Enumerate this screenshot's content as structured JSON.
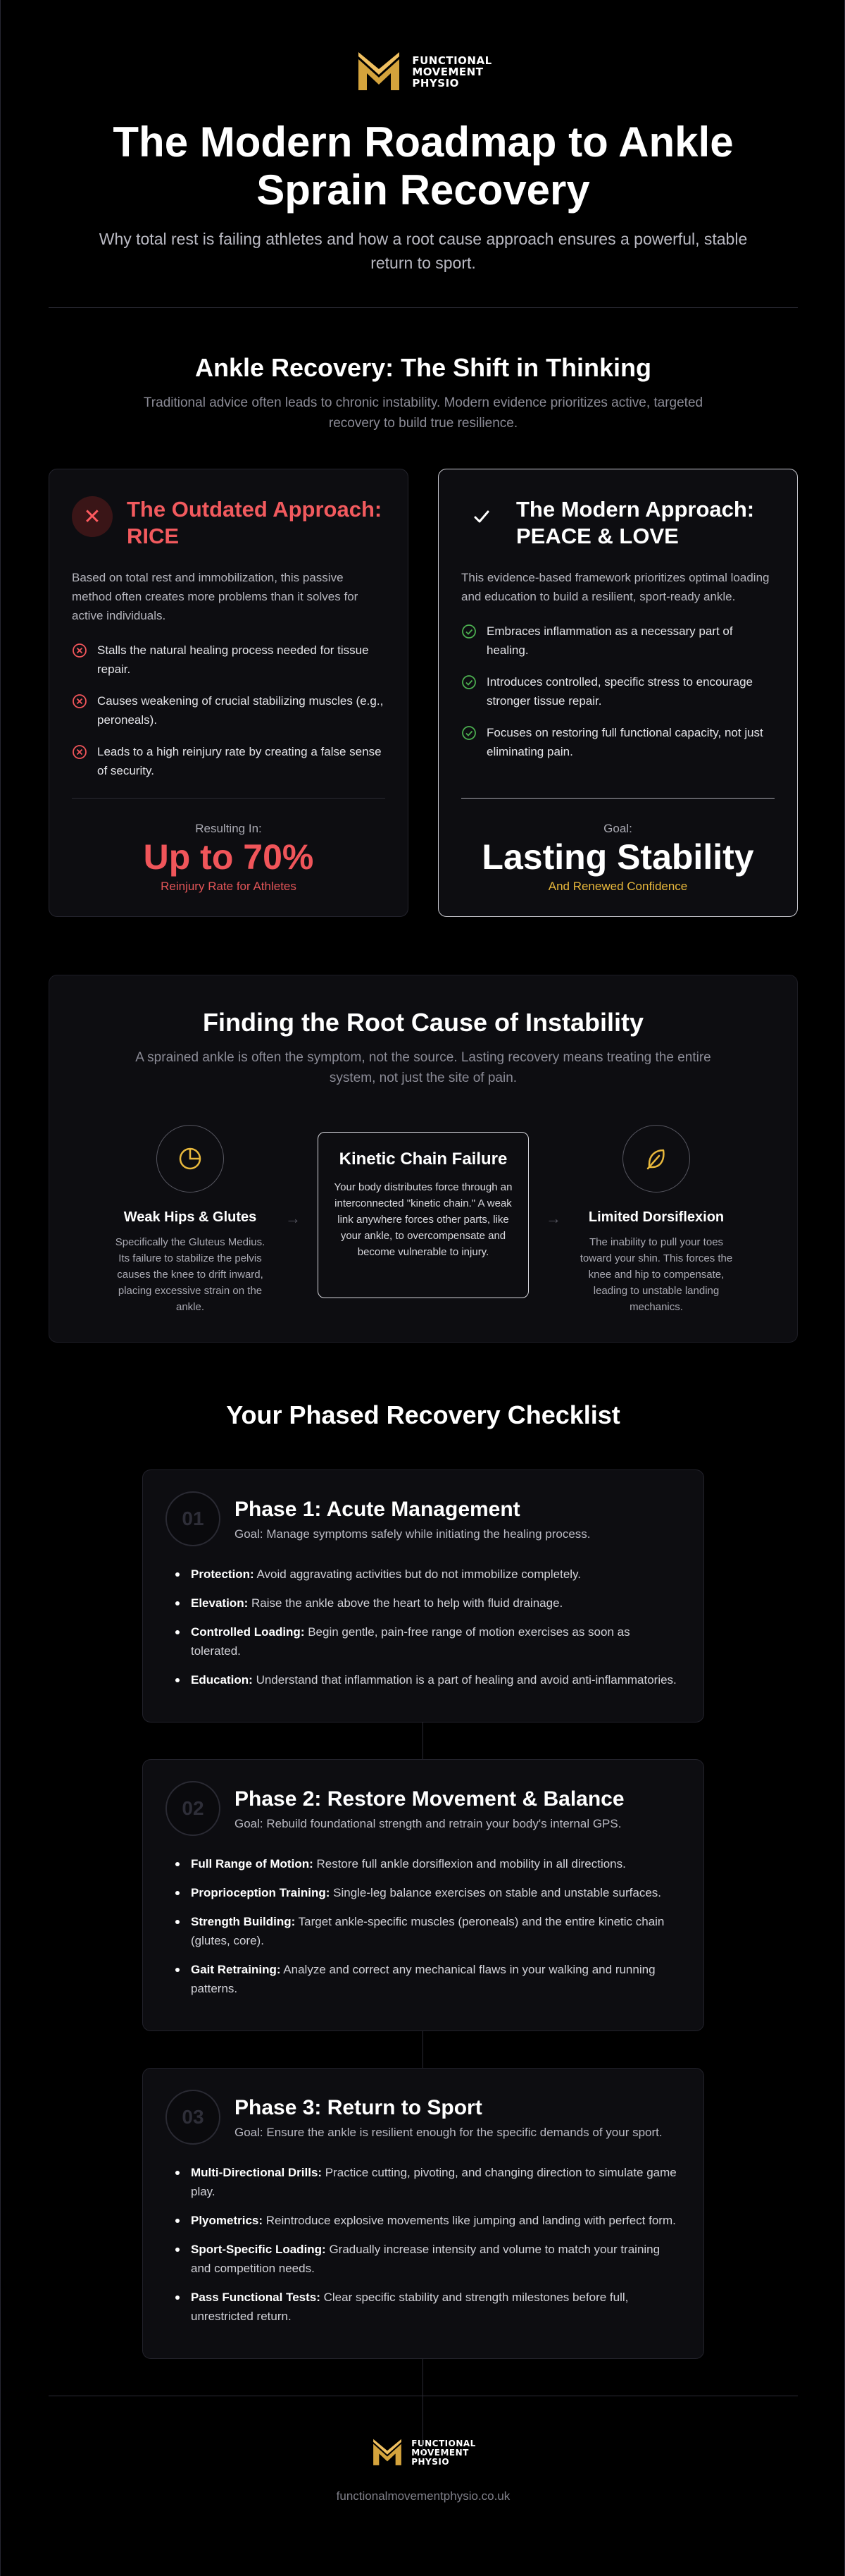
{
  "brand": {
    "line1": "FUNCTIONAL",
    "line2": "MOVEMENT",
    "line3": "PHYSIO",
    "accent": "#d4a33c"
  },
  "hero": {
    "title": "The Modern Roadmap to Ankle Sprain Recovery",
    "subtitle": "Why total rest is failing athletes and how a root cause approach ensures a powerful, stable return to sport."
  },
  "shift": {
    "title": "Ankle Recovery: The Shift in Thinking",
    "subtitle": "Traditional advice often leads to chronic instability. Modern evidence prioritizes active, targeted recovery to build true resilience."
  },
  "old_card": {
    "title_line1": "The Outdated Approach:",
    "title_line2": "RICE",
    "description": "Based on total rest and immobilization, this passive method often creates more problems than it solves for active individuals.",
    "items": [
      "Stalls the natural healing process needed for tissue repair.",
      "Causes weakening of crucial stabilizing muscles (e.g., peroneals).",
      "Leads to a high reinjury rate by creating a false sense of security."
    ],
    "result_label": "Resulting In:",
    "result_value": "Up to 70%",
    "result_note": "Reinjury Rate for Athletes",
    "color": "#f0555a"
  },
  "modern_card": {
    "title_line1": "The Modern Approach:",
    "title_line2": "PEACE & LOVE",
    "description": "This evidence-based framework prioritizes optimal loading and education to build a resilient, sport-ready ankle.",
    "items": [
      "Embraces inflammation as a necessary part of healing.",
      "Introduces controlled, specific stress to encourage stronger tissue repair.",
      "Focuses on restoring full functional capacity, not just eliminating pain."
    ],
    "result_label": "Goal:",
    "result_value": "Lasting Stability",
    "result_note": "And Renewed Confidence",
    "check_color": "#4caf50",
    "note_color": "#e8b83c"
  },
  "root_cause": {
    "title": "Finding the Root Cause of Instability",
    "subtitle": "A sprained ankle is often the symptom, not the source. Lasting recovery means treating the entire system, not just the site of pain.",
    "left": {
      "icon": "pie-chart-icon",
      "title": "Weak Hips & Glutes",
      "description": "Specifically the Gluteus Medius. Its failure to stabilize the pelvis causes the knee to drift inward, placing excessive strain on the ankle."
    },
    "center": {
      "title": "Kinetic Chain Failure",
      "description": "Your body distributes force through an interconnected \"kinetic chain.\" A weak link anywhere forces other parts, like your ankle, to overcompensate and become vulnerable to injury."
    },
    "right": {
      "icon": "feather-icon",
      "title": "Limited Dorsiflexion",
      "description": "The inability to pull your toes toward your shin. This forces the knee and hip to compensate, leading to unstable landing mechanics."
    },
    "arrow": "→"
  },
  "checklist": {
    "title": "Your Phased Recovery Checklist",
    "phases": [
      {
        "number": "01",
        "title": "Phase 1: Acute Management",
        "goal": "Goal: Manage symptoms safely while initiating the healing process.",
        "items": [
          {
            "label": "Protection:",
            "text": " Avoid aggravating activities but do not immobilize completely."
          },
          {
            "label": "Elevation:",
            "text": " Raise the ankle above the heart to help with fluid drainage."
          },
          {
            "label": "Controlled Loading:",
            "text": " Begin gentle, pain-free range of motion exercises as soon as tolerated."
          },
          {
            "label": "Education:",
            "text": " Understand that inflammation is a part of healing and avoid anti-inflammatories."
          }
        ]
      },
      {
        "number": "02",
        "title": "Phase 2: Restore Movement & Balance",
        "goal": "Goal: Rebuild foundational strength and retrain your body's internal GPS.",
        "items": [
          {
            "label": "Full Range of Motion:",
            "text": " Restore full ankle dorsiflexion and mobility in all directions."
          },
          {
            "label": "Proprioception Training:",
            "text": " Single-leg balance exercises on stable and unstable surfaces."
          },
          {
            "label": "Strength Building:",
            "text": " Target ankle-specific muscles (peroneals) and the entire kinetic chain (glutes, core)."
          },
          {
            "label": "Gait Retraining:",
            "text": " Analyze and correct any mechanical flaws in your walking and running patterns."
          }
        ]
      },
      {
        "number": "03",
        "title": "Phase 3: Return to Sport",
        "goal": "Goal: Ensure the ankle is resilient enough for the specific demands of your sport.",
        "items": [
          {
            "label": "Multi-Directional Drills:",
            "text": " Practice cutting, pivoting, and changing direction to simulate game play."
          },
          {
            "label": "Plyometrics:",
            "text": " Reintroduce explosive movements like jumping and landing with perfect form."
          },
          {
            "label": "Sport-Specific Loading:",
            "text": " Gradually increase intensity and volume to match your training and competition needs."
          },
          {
            "label": "Pass Functional Tests:",
            "text": " Clear specific stability and strength milestones before full, unrestricted return."
          }
        ]
      }
    ]
  },
  "footer": {
    "url": "functionalmovementphysio.co.uk"
  }
}
